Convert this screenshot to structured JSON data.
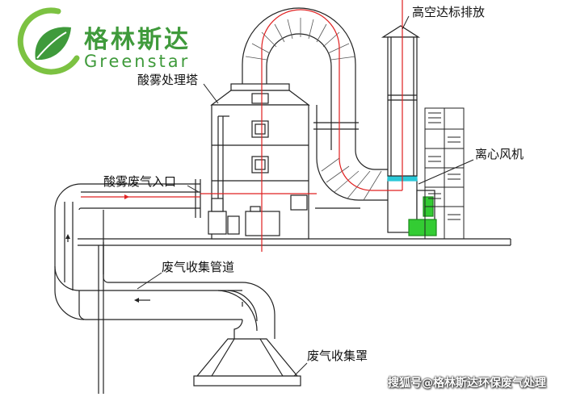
{
  "brand": {
    "name_cn": "格林斯达",
    "name_en": "Greenstar",
    "colors": {
      "green": "#3f9a3b",
      "light_green": "#7cc242"
    }
  },
  "labels": {
    "exhaust": "高空达标排放",
    "tower": "酸雾处理塔",
    "fan": "离心风机",
    "inlet": "酸雾废气入口",
    "duct": "废气收集管道",
    "hood": "废气收集罩"
  },
  "watermark": "搜狐号@格林斯达环保废气处理",
  "colors": {
    "line": "#222222",
    "flow": "#e02020",
    "cyan": "#2bc8d8",
    "motor": "#33cc33"
  }
}
